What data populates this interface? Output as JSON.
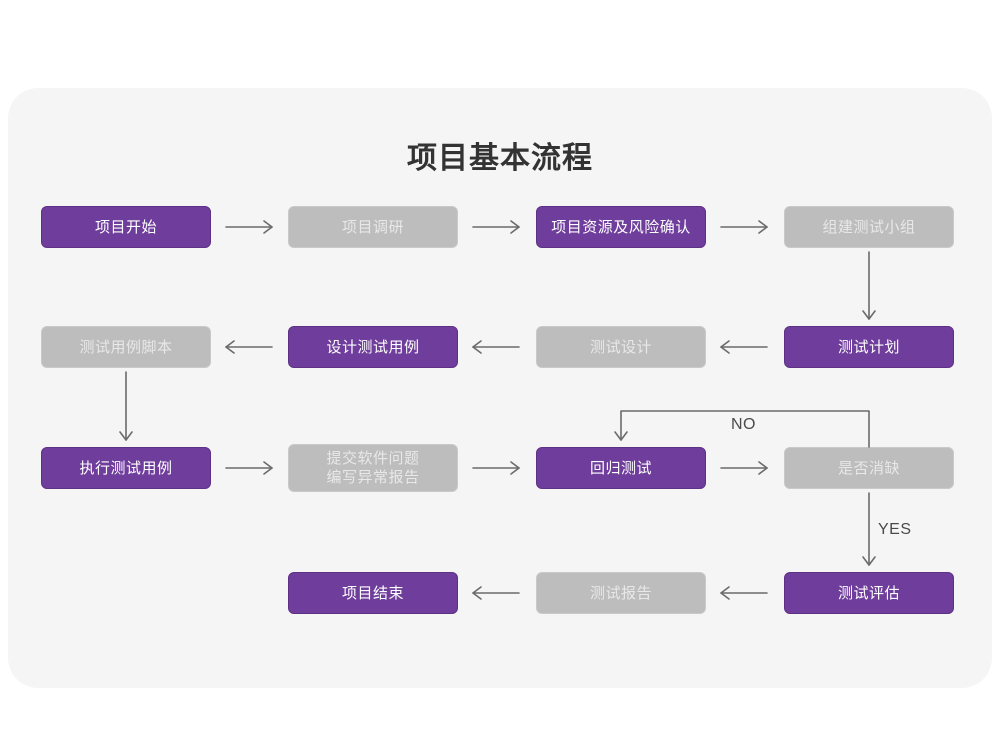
{
  "diagram": {
    "title": "项目基本流程",
    "colors": {
      "purple": "#6f3d9b",
      "gray": "#bdbdbd",
      "card_background": "#f5f5f5",
      "page_background": "#ffffff",
      "arrow": "#6b6b6b",
      "title_text": "#333333"
    },
    "nodes": [
      {
        "id": "n1",
        "label": "项目开始",
        "style": "purple",
        "row": 1,
        "col": 1
      },
      {
        "id": "n2",
        "label": "项目调研",
        "style": "gray",
        "row": 1,
        "col": 2
      },
      {
        "id": "n3",
        "label": "项目资源及风险确认",
        "style": "purple",
        "row": 1,
        "col": 3
      },
      {
        "id": "n4",
        "label": "组建测试小组",
        "style": "gray",
        "row": 1,
        "col": 4
      },
      {
        "id": "n5",
        "label": "测试用例脚本",
        "style": "gray",
        "row": 2,
        "col": 1
      },
      {
        "id": "n6",
        "label": "设计测试用例",
        "style": "purple",
        "row": 2,
        "col": 2
      },
      {
        "id": "n7",
        "label": "测试设计",
        "style": "gray",
        "row": 2,
        "col": 3
      },
      {
        "id": "n8",
        "label": "测试计划",
        "style": "purple",
        "row": 2,
        "col": 4
      },
      {
        "id": "n9",
        "label": "执行测试用例",
        "style": "purple",
        "row": 3,
        "col": 1
      },
      {
        "id": "n10",
        "label": "提交软件问题\n编写异常报告",
        "style": "gray",
        "row": 3,
        "col": 2
      },
      {
        "id": "n11",
        "label": "回归测试",
        "style": "purple",
        "row": 3,
        "col": 3
      },
      {
        "id": "n12",
        "label": "是否消缺",
        "style": "gray",
        "row": 3,
        "col": 4
      },
      {
        "id": "n13",
        "label": "项目结束",
        "style": "purple",
        "row": 4,
        "col": 2
      },
      {
        "id": "n14",
        "label": "测试报告",
        "style": "gray",
        "row": 4,
        "col": 3
      },
      {
        "id": "n15",
        "label": "测试评估",
        "style": "purple",
        "row": 4,
        "col": 4
      }
    ],
    "edge_labels": {
      "no": "NO",
      "yes": "YES"
    }
  }
}
